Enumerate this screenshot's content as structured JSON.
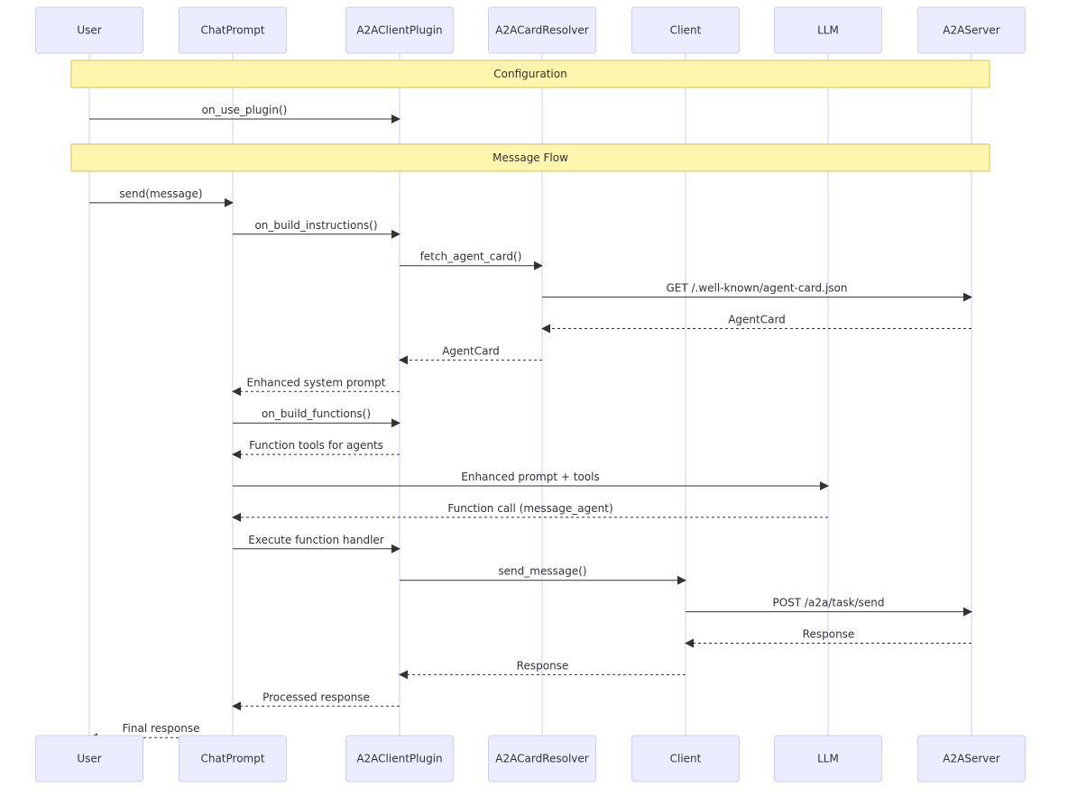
{
  "participants": [
    {
      "id": "user",
      "label": "User"
    },
    {
      "id": "chatprompt",
      "label": "ChatPrompt"
    },
    {
      "id": "a2aclientplugin",
      "label": "A2AClientPlugin"
    },
    {
      "id": "a2acardresolver",
      "label": "A2ACardResolver"
    },
    {
      "id": "client",
      "label": "Client"
    },
    {
      "id": "llm",
      "label": "LLM"
    },
    {
      "id": "a2aserver",
      "label": "A2AServer"
    }
  ],
  "notes": [
    {
      "label": "Configuration",
      "before": 0
    },
    {
      "label": "Message Flow",
      "before": 1
    }
  ],
  "messages": [
    {
      "from": 0,
      "to": 2,
      "label": "on_use_plugin()",
      "type": "solid"
    },
    {
      "from": 0,
      "to": 1,
      "label": "send(message)",
      "type": "solid"
    },
    {
      "from": 1,
      "to": 2,
      "label": "on_build_instructions()",
      "type": "solid"
    },
    {
      "from": 2,
      "to": 3,
      "label": "fetch_agent_card()",
      "type": "solid"
    },
    {
      "from": 3,
      "to": 6,
      "label": "GET /.well-known/agent-card.json",
      "type": "solid"
    },
    {
      "from": 6,
      "to": 3,
      "label": "AgentCard",
      "type": "dashed"
    },
    {
      "from": 3,
      "to": 2,
      "label": "AgentCard",
      "type": "dashed"
    },
    {
      "from": 2,
      "to": 1,
      "label": "Enhanced system prompt",
      "type": "dashed"
    },
    {
      "from": 1,
      "to": 2,
      "label": "on_build_functions()",
      "type": "solid"
    },
    {
      "from": 2,
      "to": 1,
      "label": "Function tools for agents",
      "type": "dashed"
    },
    {
      "from": 1,
      "to": 5,
      "label": "Enhanced prompt + tools",
      "type": "solid"
    },
    {
      "from": 5,
      "to": 1,
      "label": "Function call (message_agent)",
      "type": "dashed"
    },
    {
      "from": 1,
      "to": 2,
      "label": "Execute function handler",
      "type": "solid"
    },
    {
      "from": 2,
      "to": 4,
      "label": "send_message()",
      "type": "solid"
    },
    {
      "from": 4,
      "to": 6,
      "label": "POST /a2a/task/send",
      "type": "solid"
    },
    {
      "from": 6,
      "to": 4,
      "label": "Response",
      "type": "dashed"
    },
    {
      "from": 4,
      "to": 2,
      "label": "Response",
      "type": "dashed"
    },
    {
      "from": 2,
      "to": 1,
      "label": "Processed response",
      "type": "dashed"
    },
    {
      "from": 1,
      "to": 0,
      "label": "Final response",
      "type": "dashed"
    }
  ],
  "colors": {
    "participant_fill": "#ececff",
    "participant_stroke": "#ccccff",
    "lifeline": "#ccccff",
    "note_fill": "#fff5ad",
    "note_stroke": "#d9c25a",
    "line": "#333333",
    "text": "#333333"
  }
}
